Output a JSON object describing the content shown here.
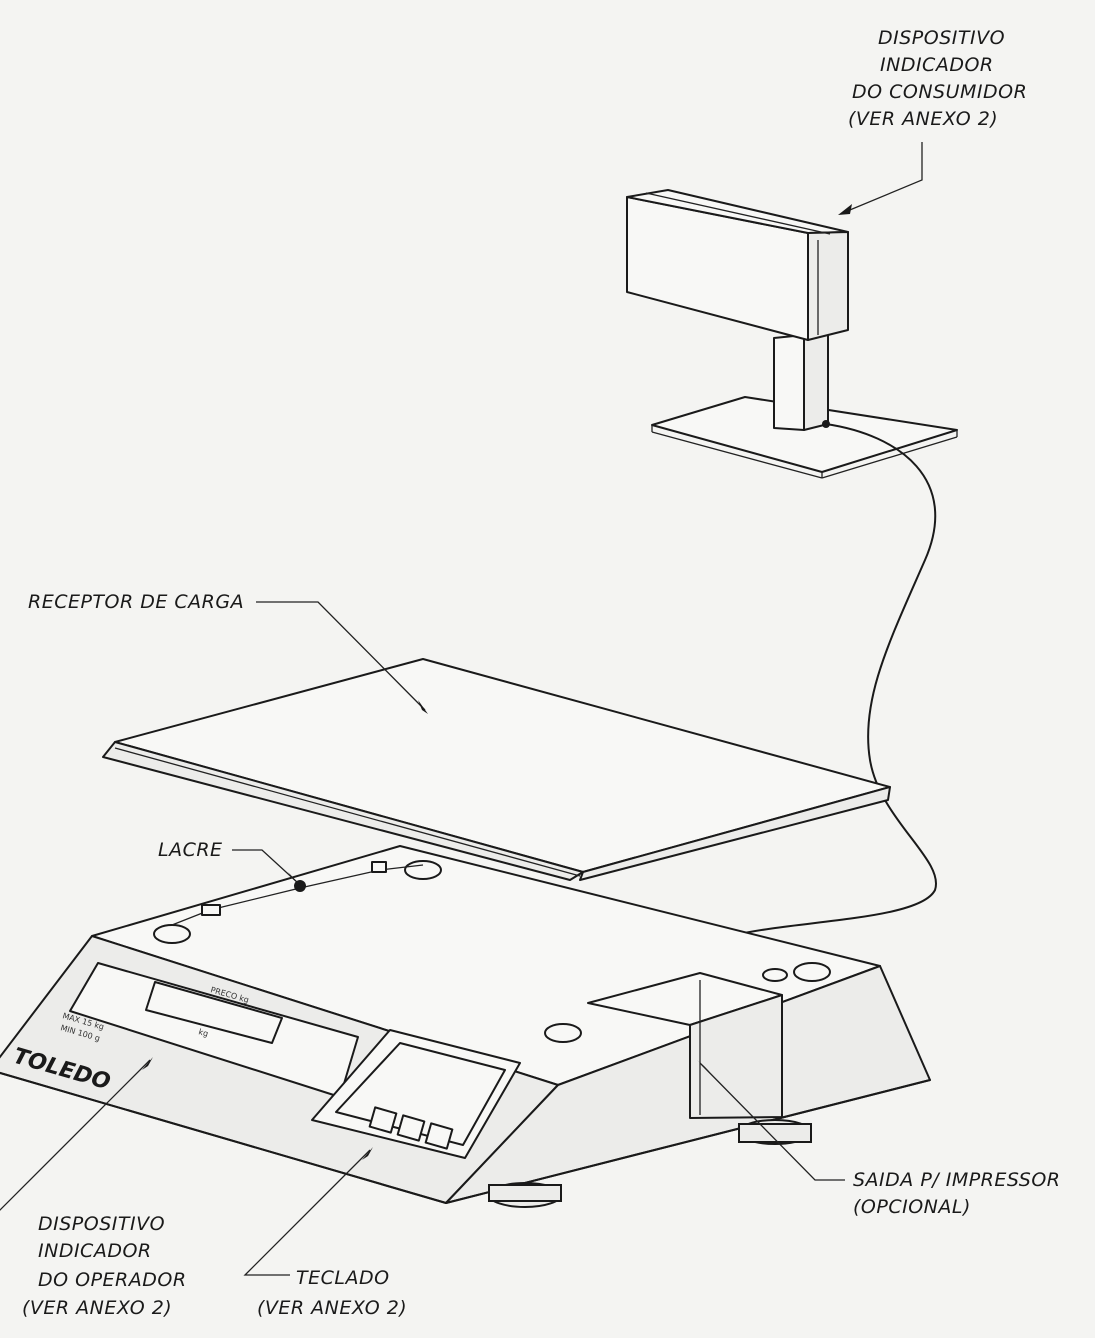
{
  "labels": {
    "consumer_display": [
      "DISPOSITIVO",
      "INDICADOR",
      "DO CONSUMIDOR",
      "(VER ANEXO 2)"
    ],
    "load_receptor": "RECEPTOR DE CARGA",
    "seal": "LACRE",
    "operator_display": [
      "DISPOSITIVO",
      "INDICADOR",
      "DO OPERADOR",
      "(VER ANEXO 2)"
    ],
    "keyboard": [
      "TECLADO",
      "(VER ANEXO 2)"
    ],
    "printer_output": [
      "SAIDA P/ IMPRESSOR",
      "(OPCIONAL)"
    ]
  },
  "brand": "TOLEDO",
  "panel_text": {
    "display_caption": "PRECO kg",
    "display_unit": "kg",
    "small_a": "MAX 15 kg",
    "small_b": "MIN 100 g"
  },
  "colors": {
    "ink": "#1a1a1a",
    "paper": "#f4f4f2"
  }
}
